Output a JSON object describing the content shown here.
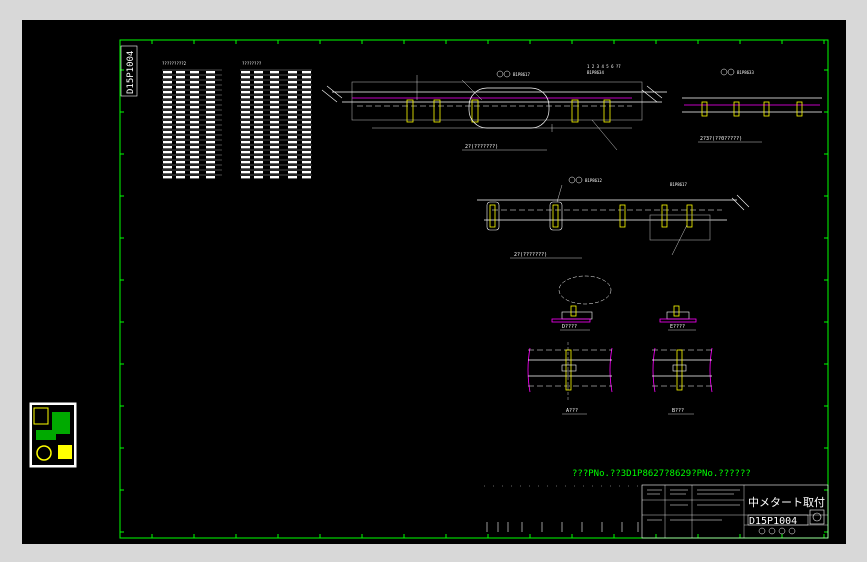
{
  "viewport": {
    "background": "#000000",
    "frame_color": "#00ff00"
  },
  "sheet": {
    "side_title": "D15P1004",
    "table_headers": [
      "?????????2",
      "????????"
    ],
    "views": [
      {
        "id": "view-top-1",
        "caption": "2?(???????)"
      },
      {
        "id": "view-top-2",
        "caption": "2?3?(??0?????)"
      },
      {
        "id": "view-mid",
        "caption": "2?(???????)"
      },
      {
        "id": "view-d",
        "caption": "D????"
      },
      {
        "id": "view-e",
        "caption": "E????"
      },
      {
        "id": "view-a",
        "caption": "A???"
      },
      {
        "id": "view-b",
        "caption": "B???"
      }
    ],
    "callouts": {
      "top1_a": "B1P8617",
      "top1_b": "B1P8634",
      "top1_c": "1 2 3 4 5 6 ?7",
      "top2": "B1P8633",
      "mid_a": "B1P8612",
      "mid_b": "B1P8617"
    },
    "note_line": "???PNo.??3D1P8627?8629?PNo.??????",
    "title_block": {
      "title_jp": "中メタート取付",
      "drawing_no": "D15P1004"
    }
  },
  "colors": {
    "frame": "#00ff00",
    "white": "#ffffff",
    "yellow": "#ffff00",
    "magenta": "#ff00ff",
    "gray": "#a0a0a0"
  }
}
